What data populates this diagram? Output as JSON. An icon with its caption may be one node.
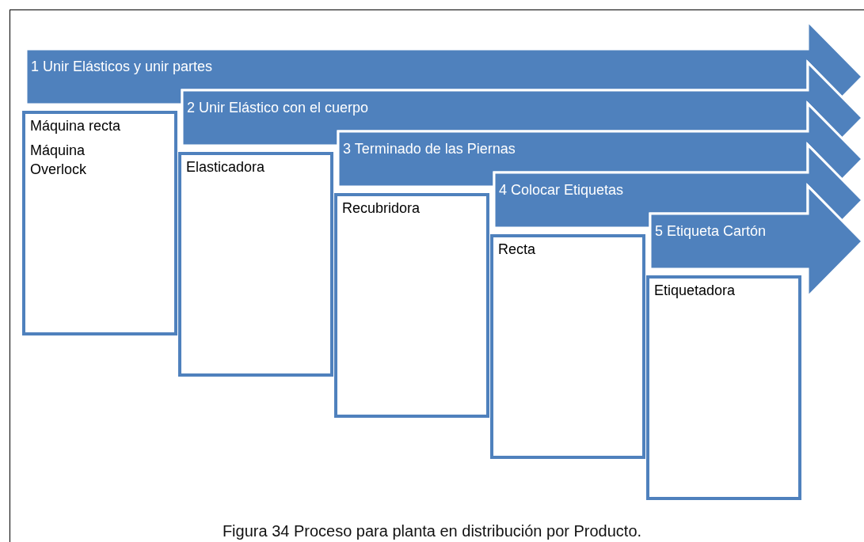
{
  "diagram": {
    "nodes": [
      {
        "text": [
          "1 Unir Elásticos y unir partes"
        ]
      },
      {
        "text": [
          "Máquina recta",
          "Máquina Overlock"
        ]
      },
      {
        "text": [
          "2 Unir Elástico con el cuerpo"
        ]
      },
      {
        "text": [
          "Elasticadora"
        ]
      },
      {
        "text": [
          "3 Terminado de las Piernas"
        ]
      },
      {
        "text": [
          "Recubridora"
        ]
      },
      {
        "text": [
          "4 Colocar Etiquetas"
        ]
      },
      {
        "text": [
          "Recta"
        ]
      },
      {
        "text": [
          "5 Etiqueta Cartón"
        ]
      },
      {
        "text": [
          "Etiquetadora"
        ]
      }
    ],
    "caption": "Figura 34 Proceso para planta en distribución por Producto."
  }
}
